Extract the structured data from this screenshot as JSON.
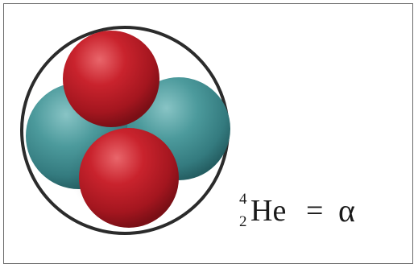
{
  "formula": {
    "mass_number": "4",
    "atomic_number": "2",
    "element_symbol": "He",
    "equals": "=",
    "particle_symbol": "α"
  },
  "nucleus": {
    "protons": 2,
    "neutrons": 2,
    "proton_color": "#c0222b",
    "neutron_color": "#3f8f93",
    "boundary_color": "#2b2b2b"
  }
}
